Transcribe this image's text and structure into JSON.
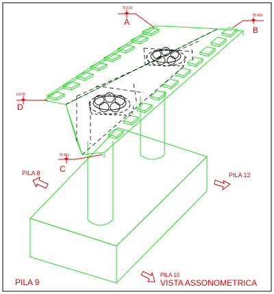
{
  "points": {
    "A": {
      "letter": "A",
      "elevation": "78.610"
    },
    "B": {
      "letter": "B",
      "elevation": "78.460"
    },
    "C": {
      "letter": "C",
      "elevation": "78.461"
    },
    "D": {
      "letter": "D",
      "elevation": "8.678"
    }
  },
  "directions": {
    "pila_8": "PILA 8",
    "pila_12": "PILA 12",
    "pila_10": "PILA 10"
  },
  "footer": {
    "pier_label": "PILA 9",
    "view_title": "VISTA ASSONOMETRICA"
  },
  "colors": {
    "structure": "#22dd22",
    "hidden_lines": "#000000",
    "labels": "#dd0000",
    "frame": "#000000"
  }
}
